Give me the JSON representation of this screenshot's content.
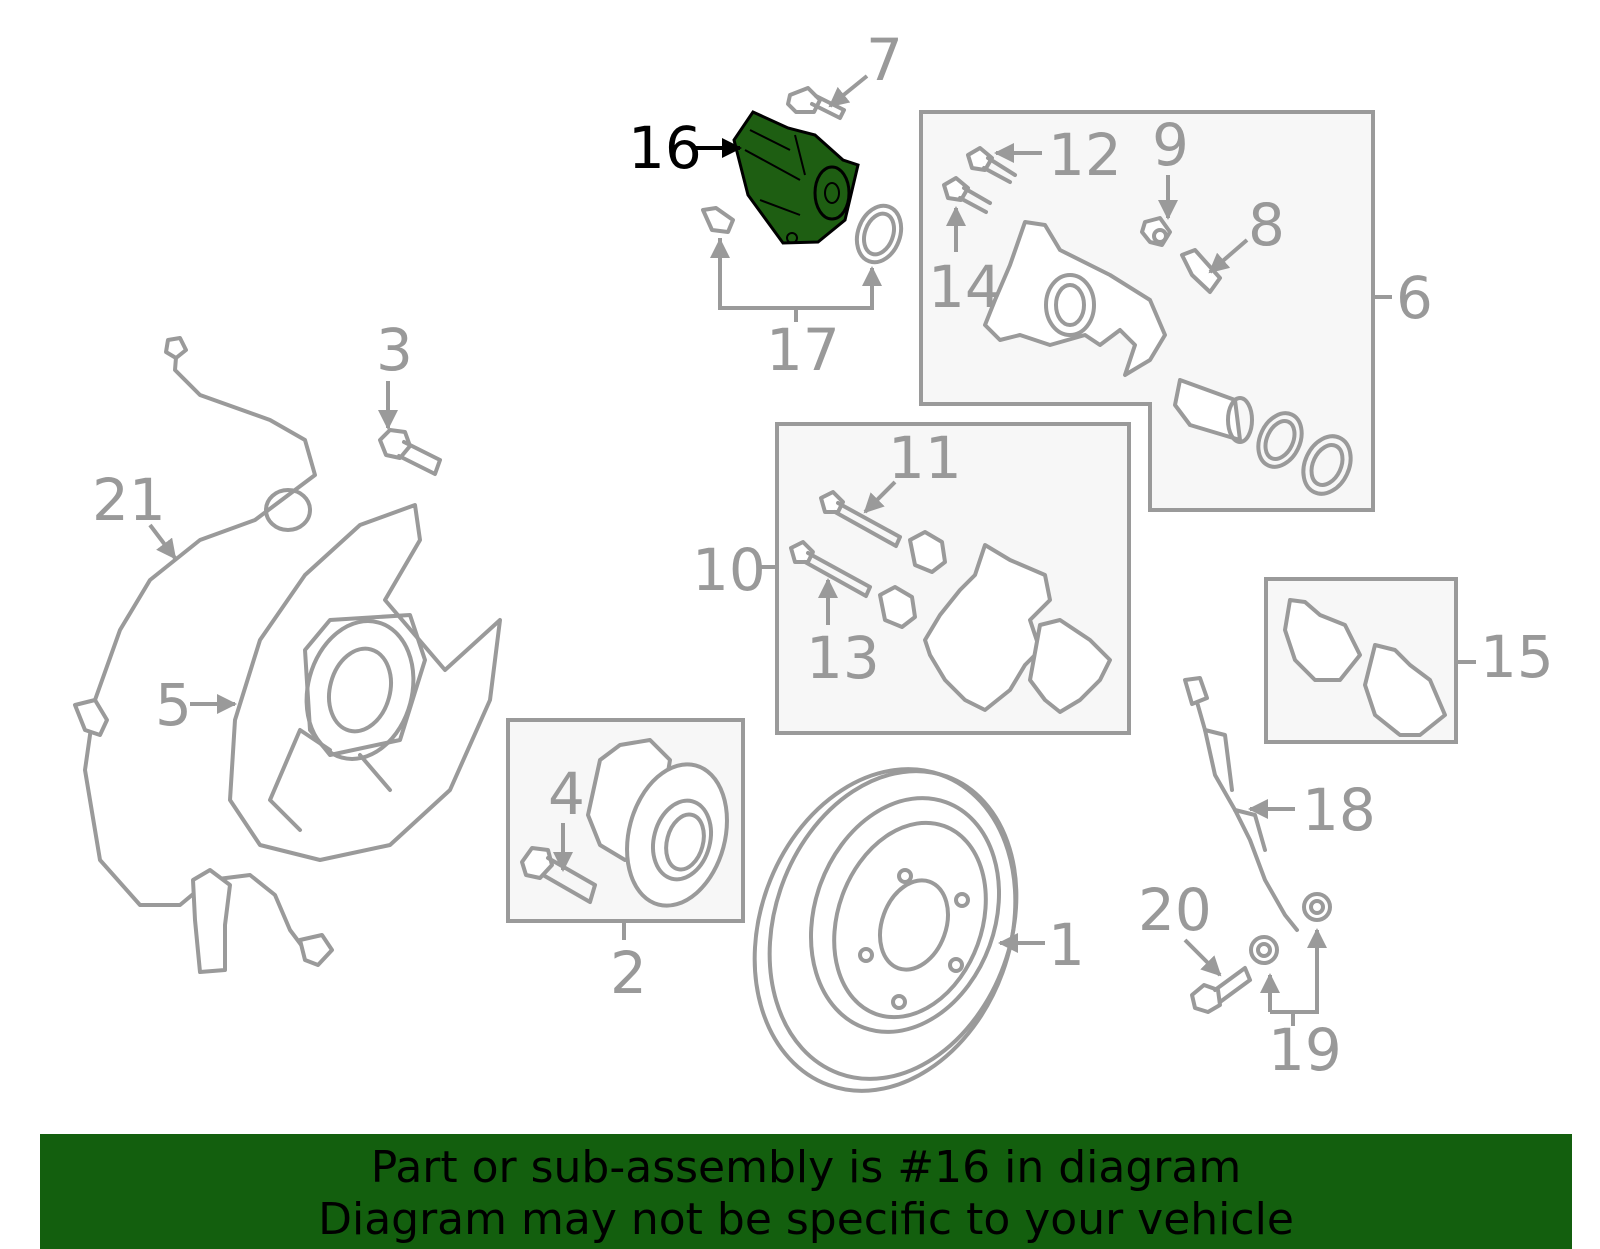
{
  "diagram": {
    "highlighted_part": "16",
    "highlight_color": "#1e5e12",
    "callouts": {
      "c1": "1",
      "c2": "2",
      "c3": "3",
      "c4": "4",
      "c5": "5",
      "c6": "6",
      "c7": "7",
      "c8": "8",
      "c9": "9",
      "c10": "10",
      "c11": "11",
      "c12": "12",
      "c13": "13",
      "c14": "14",
      "c15": "15",
      "c16": "16",
      "c17": "17",
      "c18": "18",
      "c19": "19",
      "c20": "20",
      "c21": "21"
    }
  },
  "banner": {
    "line1": "Part or sub-assembly is #16 in diagram",
    "line2": "Diagram may not be specific to your vehicle",
    "background": "#135f0e"
  }
}
